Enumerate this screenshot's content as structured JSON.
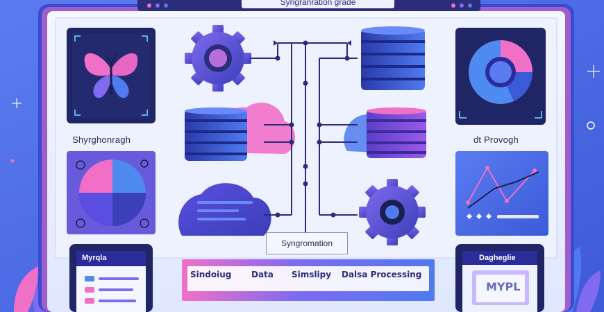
{
  "window": {
    "title": "Syngranration grade",
    "control_dots": [
      "#f070c8",
      "#7f6af0",
      "#4f7af0"
    ]
  },
  "panels": {
    "left_top_label": "Shyrghonragh",
    "right_top_label": "dt Provogh"
  },
  "center": {
    "caption": "Syngromation"
  },
  "banner": {
    "items": [
      "Sindoiug",
      "Data",
      "Simslipy",
      "Dalsa Processing"
    ]
  },
  "tablets": {
    "left_title": "Myrqla",
    "right_title": "Dagheglie",
    "right_card_text": "MYPL"
  },
  "colors": {
    "accent_pink": "#f070c8",
    "accent_purple": "#7f6af0",
    "accent_blue": "#4f7af0",
    "dark_navy": "#2b2c7a"
  },
  "icons": [
    "butterfly-icon",
    "gear-icon",
    "database-icon",
    "cloud-icon",
    "pie-chart-icon",
    "line-chart-icon",
    "network-icon"
  ]
}
